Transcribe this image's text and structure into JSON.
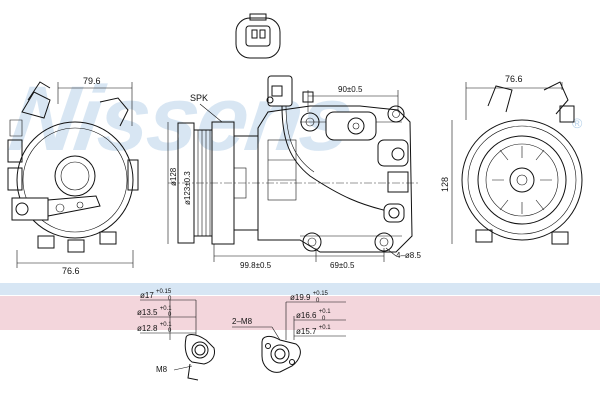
{
  "watermark": {
    "text": "Nissens",
    "registered_mark": "®",
    "color": "#b9d3ea"
  },
  "bands": {
    "blue": "#d7e6f4",
    "pink": "#f3d6dc"
  },
  "left_view": {
    "top_dim": "79.6",
    "bottom_dim": "76.6"
  },
  "middle_view": {
    "label_spk": "SPK",
    "dia_128": "ø128",
    "dia_123": "ø123±0.3",
    "dim_90": "90±0.5",
    "dim_99": "99.8±0.5",
    "dim_69": "69±0.5",
    "holes": "4–ø8.5"
  },
  "right_view": {
    "top_dim": "76.6",
    "height_dim": "128"
  },
  "fitting_left": {
    "d17": "ø17",
    "d17_tol_up": "+0.15",
    "d17_tol_low": "0",
    "d13": "ø13.5",
    "d13_tol_up": "+0.1",
    "d13_tol_low": "0",
    "d12": "ø12.8",
    "d12_tol_up": "+0.1",
    "d12_tol_low": "0",
    "thread": "M8"
  },
  "fitting_right": {
    "thread": "2–M8",
    "d19": "ø19.9",
    "d19_tol_up": "+0.15",
    "d19_tol_low": "0",
    "d16": "ø16.6",
    "d16_tol_up": "+0.1",
    "d16_tol_low": "0",
    "d15": "ø15.7",
    "d15_tol_up": "+0.1",
    "d15_tol_low": "0"
  }
}
